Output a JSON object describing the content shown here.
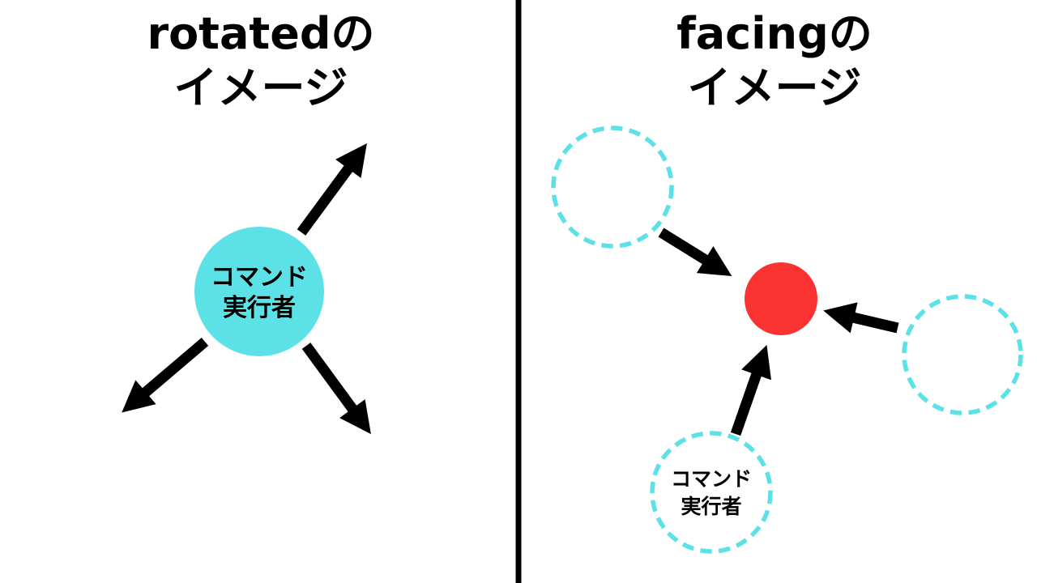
{
  "left_panel": {
    "title_line1": "rotatedの",
    "title_line2": "イメージ",
    "executor_circle": {
      "label_line1": "コマンド",
      "label_line2": "実行者"
    },
    "arrow_directions": [
      "up-right",
      "down-left",
      "down-right"
    ]
  },
  "right_panel": {
    "title_line1": "facingの",
    "title_line2": "イメージ",
    "executor_circle": {
      "label_line1": "コマンド",
      "label_line2": "実行者"
    },
    "arrow_directions": [
      "from-top-left-circle",
      "from-right-circle",
      "from-executor-circle"
    ]
  },
  "colors": {
    "cyan": "#5CE1E6",
    "red": "#FA3232",
    "black": "#000000",
    "background": "#FFFFFF"
  }
}
